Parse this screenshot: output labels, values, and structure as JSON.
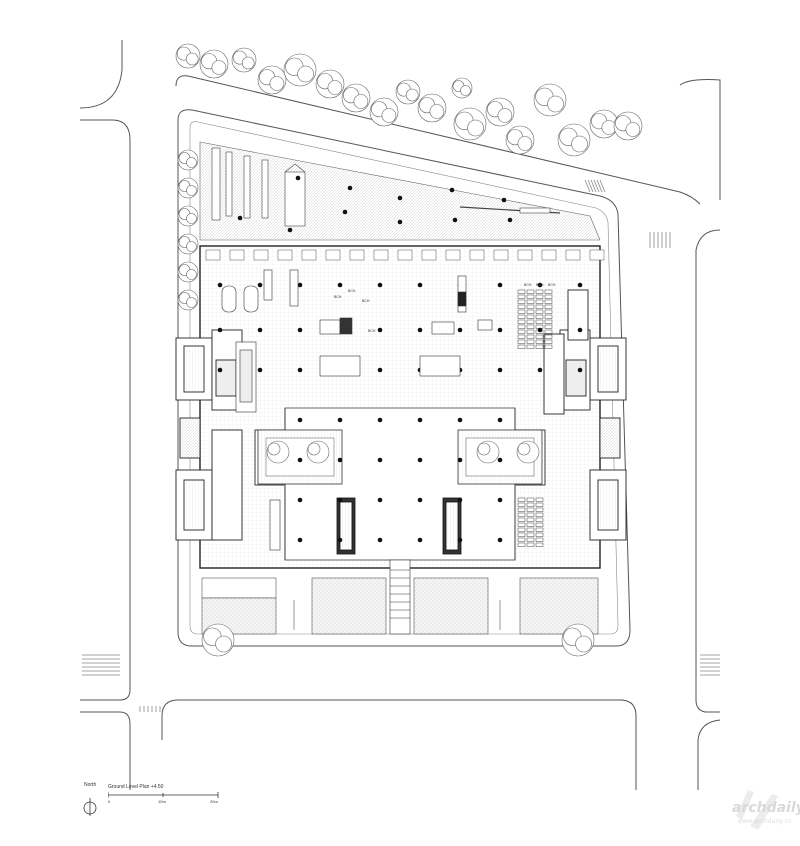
{
  "drawing": {
    "title": "Ground Level Plan +4.50",
    "north_label": "North",
    "scale": {
      "ticks": [
        "0",
        "10m",
        "20m"
      ]
    }
  },
  "furniture_labels": [
    "BCH",
    "BCH",
    "BCH",
    "BCH",
    "BCH",
    "BCH",
    "BCH"
  ],
  "watermark": {
    "text": "archdaily",
    "sub": "www.archdaily.cn"
  }
}
